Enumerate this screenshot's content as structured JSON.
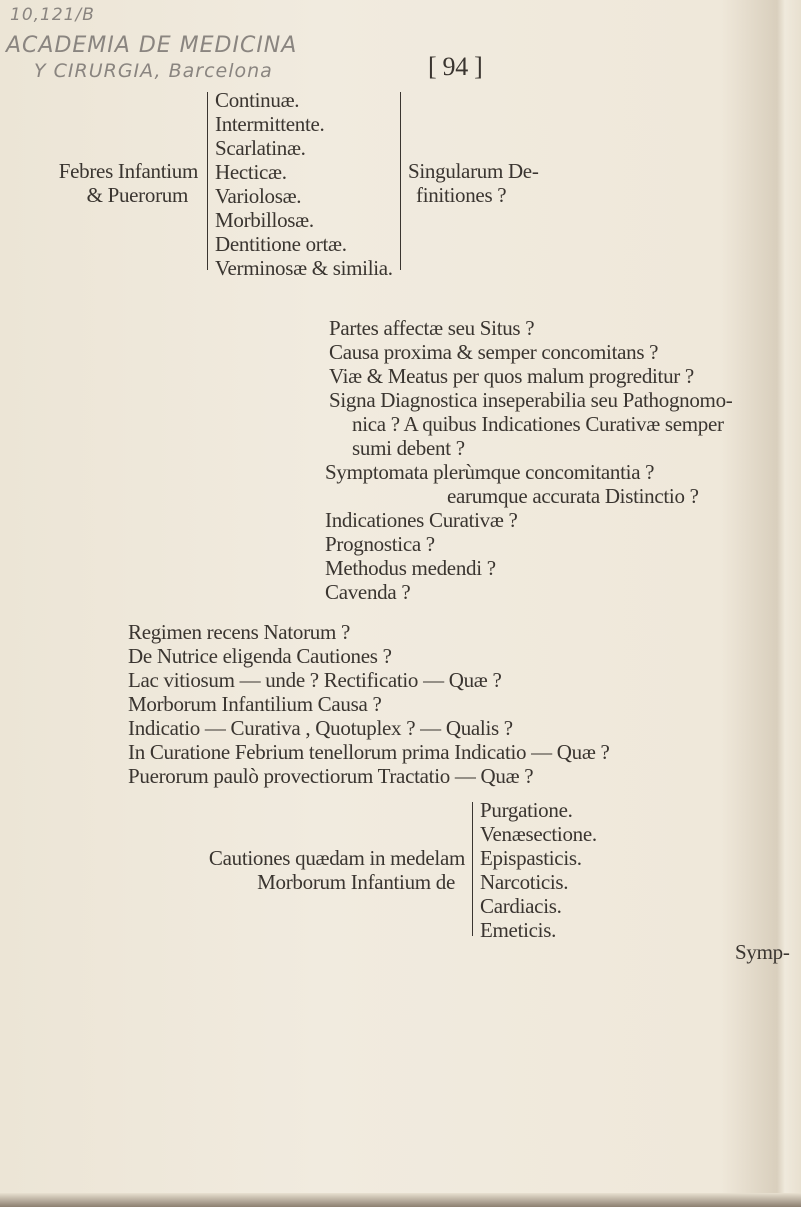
{
  "handwritten": {
    "line1": "10,121/B",
    "line2": "ACADEMIA DE MEDICINA",
    "line3": "Y CIRURGIA, Barcelona"
  },
  "page_number": "[ 94 ]",
  "table1": {
    "left": [
      "Febres Infantium",
      "& Puerorum"
    ],
    "items": [
      "Continuæ.",
      "Intermittente.",
      "Scarlatinæ.",
      "Hecticæ.",
      "Variolosæ.",
      "Morbillosæ.",
      "Dentitione ortæ.",
      "Verminosæ & similia."
    ],
    "right": [
      "Singularum  De-",
      "finitiones ?"
    ]
  },
  "questions": [
    "Partes affectæ seu Situs ?",
    "Causa proxima  & semper concomitans ?",
    "Viæ & Meatus per quos malum progreditur ?",
    "Signa Diagnostica  inseperabilia seu Pathognomo-",
    "nica  ?  A quibus Indicationes Curativæ semper",
    "sumi debent ?",
    "Symptomata plerùmque concomitantia ?",
    "earumque accurata Distinctio ?",
    "Indicationes Curativæ ?",
    "Prognostica ?",
    "Methodus medendi ?",
    "Cavenda ?"
  ],
  "regimen": [
    "Regimen recens Natorum ?",
    "De Nutrice eligenda Cautiones ?",
    "Lac vitiosum — unde  ?  Rectificatio — Quæ ?",
    "Morborum Infantilium Causa ?",
    "Indicatio — Curativa , Quotuplex ? — Qualis ?",
    "In Curatione Febrium tenellorum prima Indicatio — Quæ ?",
    "Puerorum paulò provectiorum Tractatio — Quæ ?"
  ],
  "table2": {
    "left": [
      "Cautiones quædam in medelam",
      "Morborum Infantium de"
    ],
    "items": [
      "Purgatione.",
      "Venæsectione.",
      "Epispasticis.",
      "Narcoticis.",
      "Cardiacis.",
      "Emeticis."
    ]
  },
  "catchword": "Symp-"
}
